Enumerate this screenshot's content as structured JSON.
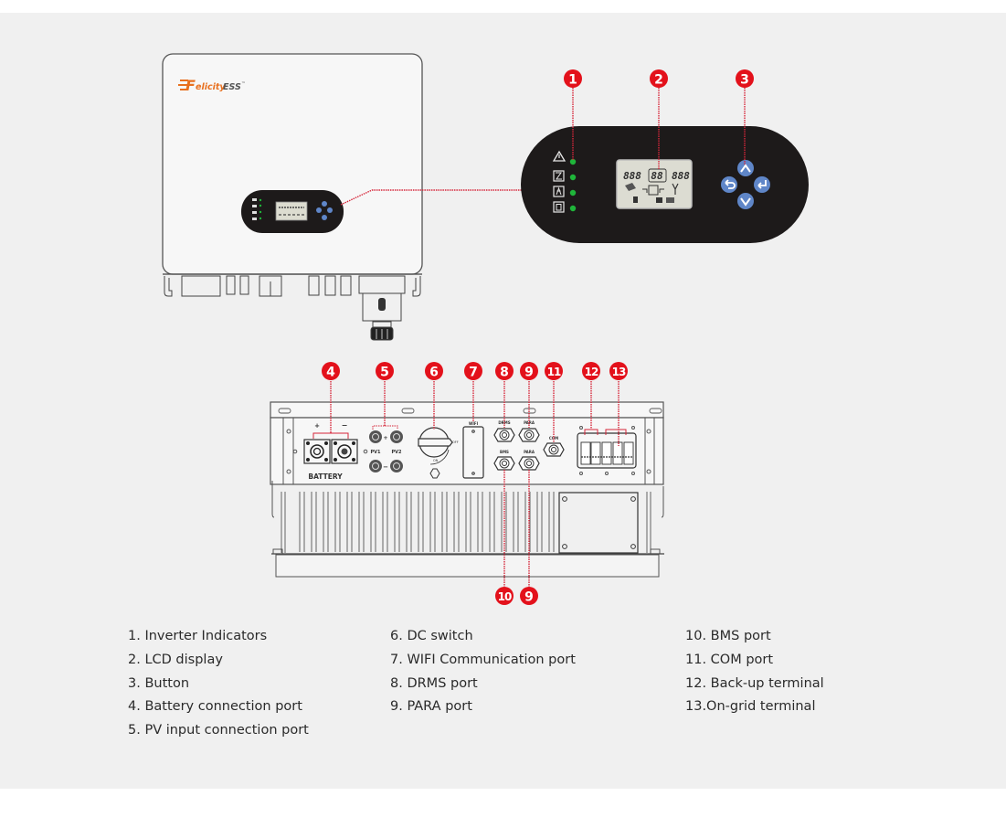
{
  "brand": {
    "logo_text": "elicity",
    "logo_suffix": "ESS",
    "trademark": "™",
    "logo_initial": "F"
  },
  "colors": {
    "marker": "#e3111b",
    "leader": "#d6263a",
    "panel": "#1d1a1a",
    "led": "#1fb53a",
    "button": "#5f86c8",
    "brand": "#e8701f",
    "background": "#f0f0f0"
  },
  "markers": [
    {
      "num": "1"
    },
    {
      "num": "2"
    },
    {
      "num": "3"
    },
    {
      "num": "4"
    },
    {
      "num": "5"
    },
    {
      "num": "6"
    },
    {
      "num": "7"
    },
    {
      "num": "8"
    },
    {
      "num": "9"
    },
    {
      "num": "11"
    },
    {
      "num": "12"
    },
    {
      "num": "13"
    },
    {
      "num": "10"
    },
    {
      "num": "9"
    }
  ],
  "panel_labels": {
    "battery": "BATTERY",
    "pv1": "PV1",
    "pv2": "PV2",
    "wifi": "WIFI",
    "drms": "DRMS",
    "para_top": "PARA",
    "bms": "BMS",
    "para_bottom": "PARA",
    "com": "COM",
    "off": "OFF",
    "on": "ON",
    "plus": "+",
    "minus": "−",
    "lcd_digits_left": "888",
    "lcd_digits_mid": "88",
    "lcd_digits_right": "888"
  },
  "indicators": [
    {
      "icon": "warning-icon"
    },
    {
      "icon": "inverter-icon"
    },
    {
      "icon": "grid-icon"
    },
    {
      "icon": "battery-icon"
    }
  ],
  "buttons": [
    {
      "icon": "up-icon",
      "glyph": "▲"
    },
    {
      "icon": "back-icon",
      "glyph": "↩"
    },
    {
      "icon": "enter-icon",
      "glyph": "↵"
    },
    {
      "icon": "down-icon",
      "glyph": "▼"
    }
  ],
  "legend": {
    "col1": [
      "1. Inverter Indicators",
      "2. LCD display",
      "3. Button",
      "4. Battery connection port",
      "5. PV input connection port"
    ],
    "col2": [
      "6. DC switch",
      "7. WIFI Communication port",
      "8. DRMS port",
      "9. PARA port"
    ],
    "col3": [
      "10. BMS port",
      "11. COM port",
      "12. Back-up terminal",
      "13.On-grid terminal"
    ]
  }
}
